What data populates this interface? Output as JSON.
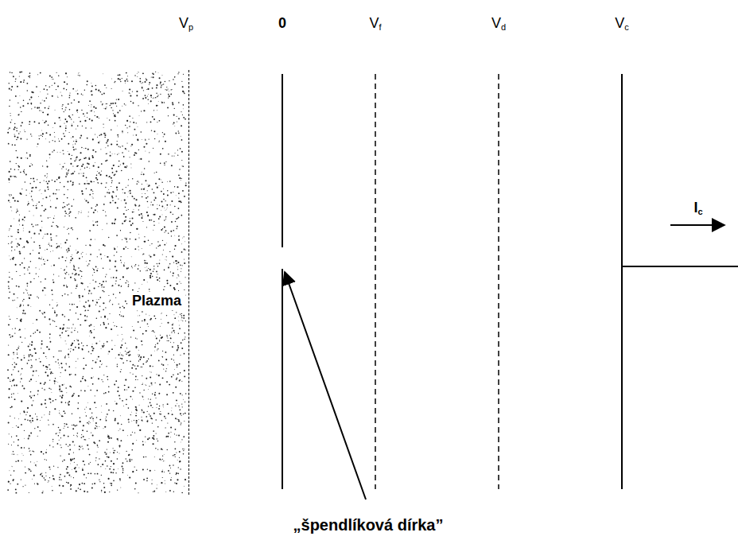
{
  "diagram": {
    "nodes": [
      {
        "text": [
          "Plazma"
        ]
      }
    ],
    "labels": [
      "Vp",
      "0",
      "Vf",
      "Vd",
      "Vc",
      "Ic",
      "„špendlíková dírka”"
    ]
  }
}
